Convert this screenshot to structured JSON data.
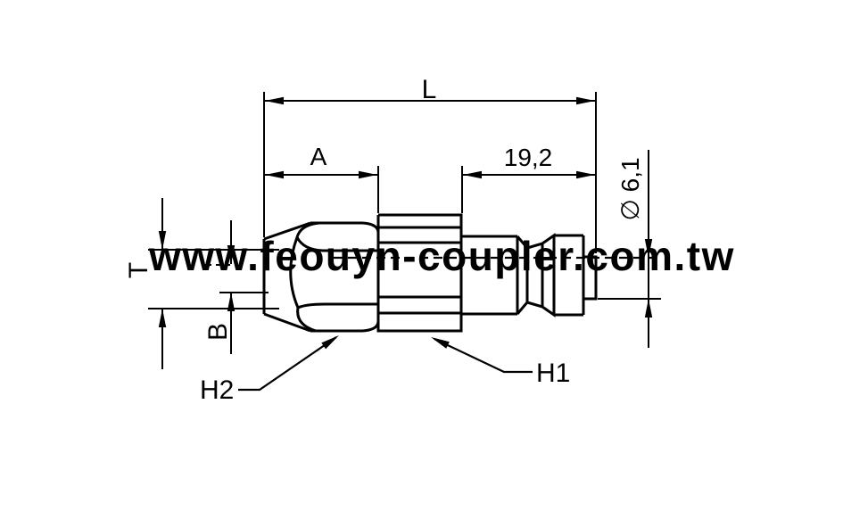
{
  "drawing": {
    "watermark": "www.feouyn-coupler.com.tw",
    "labels": {
      "overall_length": "L",
      "section_a": "A",
      "tip_length": "19,2",
      "tip_diameter": "∅ 6,1",
      "t": "T",
      "b": "B",
      "h2": "H2",
      "h1": "H1"
    },
    "colors": {
      "line": "#000000",
      "watermark": "#e9d9d9",
      "background": "#ffffff"
    }
  }
}
